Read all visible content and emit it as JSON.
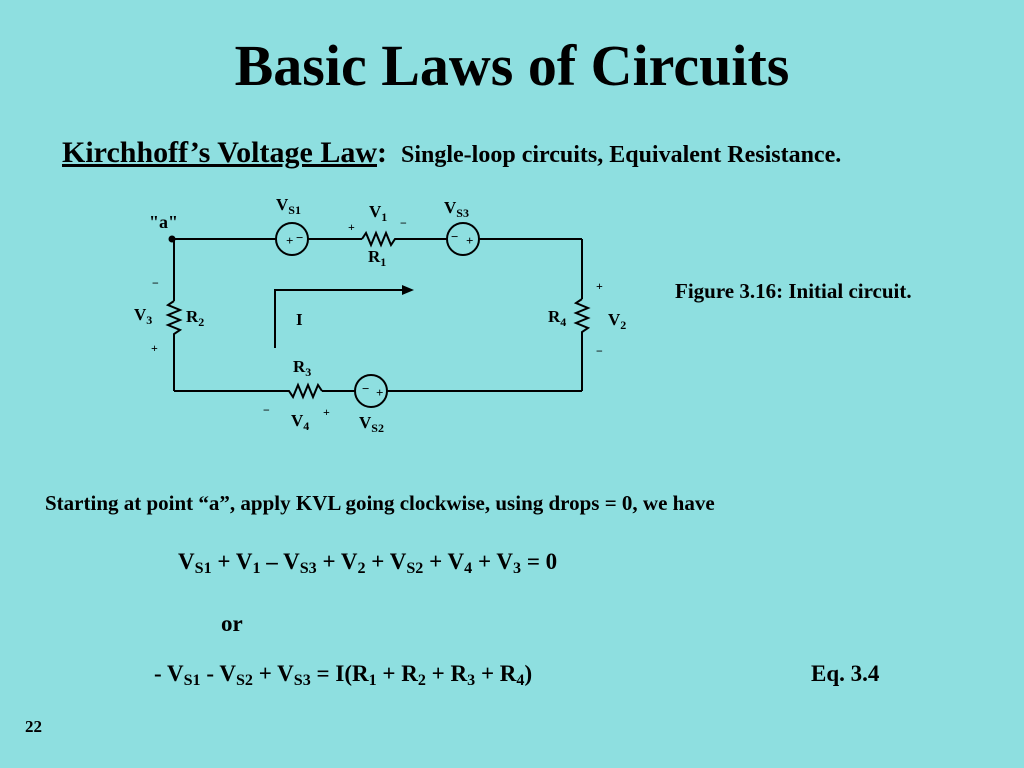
{
  "slide": {
    "title": "Basic Laws of Circuits",
    "subtitle_law": "Kirchhoff’s Voltage Law",
    "subtitle_colon": ":",
    "subtitle_desc": "Single-loop circuits,  Equivalent Resistance.",
    "figure_caption": "Figure 3.16:  Initial circuit.",
    "intro_text": "Starting at point “a”, apply KVL going clockwise, using drops = 0, we have",
    "or_text": "or",
    "eq_number": "Eq. 3.4",
    "page_number": "22",
    "background_color": "#8EDFE0"
  },
  "equation1": {
    "v": "V",
    "s1": "S1",
    "op1": " + V",
    "one": "1",
    "op2": " – V",
    "s3": "S3",
    "op3": " + V",
    "two": "2",
    "op4": " + V",
    "s2": "S2",
    "op5": " + V",
    "four": "4",
    "op6": " + V",
    "three": "3",
    "end": " = 0"
  },
  "equation2": {
    "start": "- V",
    "s1": "S1",
    "op1": " - V",
    "s2": "S2",
    "op2": " + V",
    "s3": "S3",
    "op3": " =  I(R",
    "r1": "1",
    "op4": " + R",
    "r2": "2",
    "op5": " + R",
    "r3": "3",
    "op6": "  + R",
    "r4": "4",
    "end": ")"
  },
  "circuit": {
    "point_a": "\"a\"",
    "current": "I",
    "plus": "+",
    "minus": "−",
    "v_letter": "V",
    "r_letter": "R",
    "sub_s1": "S1",
    "sub_s2": "S2",
    "sub_s3": "S3",
    "sub_1": "1",
    "sub_2": "2",
    "sub_3": "3",
    "sub_4": "4"
  }
}
